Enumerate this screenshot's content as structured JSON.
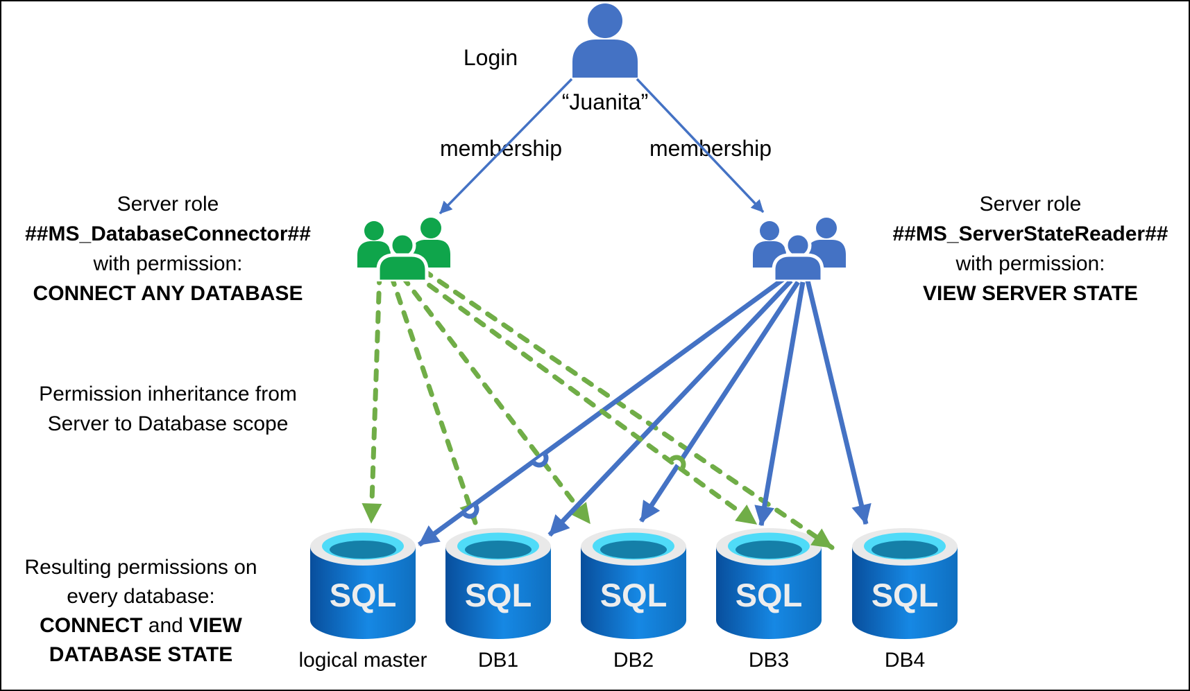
{
  "diagram": {
    "login": {
      "label": "Login",
      "name": "“Juanita”"
    },
    "membership_left": "membership",
    "membership_right": "membership",
    "left_role": {
      "title": "Server role",
      "role_name": "##MS_DatabaseConnector##",
      "permission_intro": "with permission:",
      "permission": "CONNECT ANY DATABASE"
    },
    "right_role": {
      "title": "Server role",
      "role_name": "##MS_ServerStateReader##",
      "permission_intro": "with permission:",
      "permission": "VIEW SERVER STATE"
    },
    "inheritance_note": {
      "line1": "Permission inheritance from",
      "line2": "Server to Database scope"
    },
    "result_note": {
      "line1": "Resulting permissions on",
      "line2": "every database:",
      "bold1": "CONNECT",
      "mid": " and ",
      "bold2": "VIEW",
      "line4": "DATABASE STATE"
    },
    "databases": [
      {
        "logo": "SQL",
        "label": "logical master"
      },
      {
        "logo": "SQL",
        "label": "DB1"
      },
      {
        "logo": "SQL",
        "label": "DB2"
      },
      {
        "logo": "SQL",
        "label": "DB3"
      },
      {
        "logo": "SQL",
        "label": "DB4"
      }
    ],
    "colors": {
      "blue": "#4472C4",
      "icon_green": "#0FA54B",
      "arrow_green": "#70AD47",
      "cylinder_blue_dark": "#084E9C",
      "cylinder_blue_light": "#1688E4",
      "cylinder_rim": "#E9E9E9",
      "cylinder_opening": "#4FDBF8",
      "cylinder_inner": "#157FA8"
    }
  }
}
